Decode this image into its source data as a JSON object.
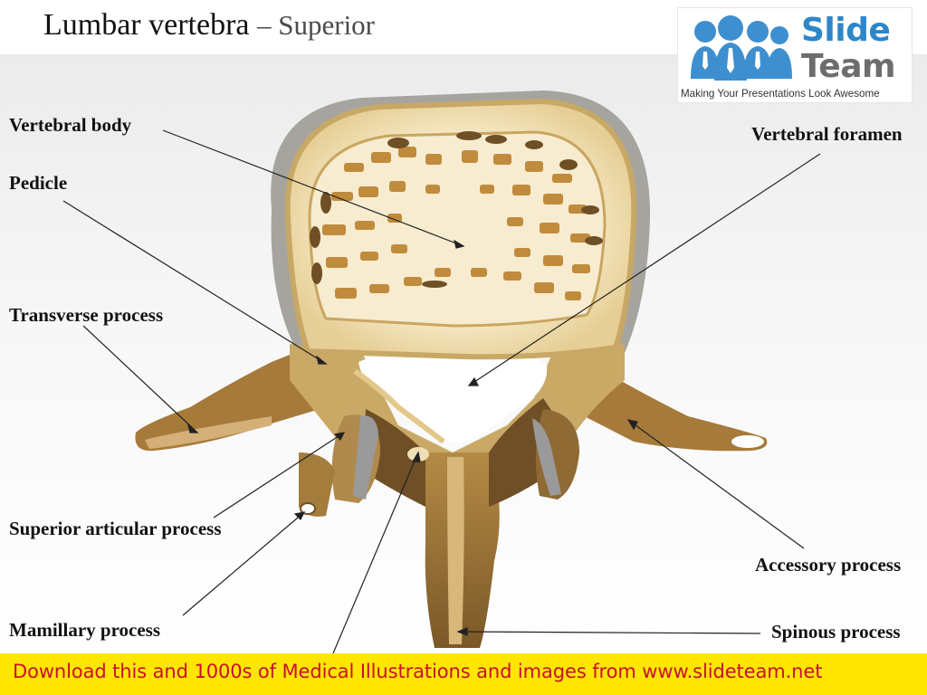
{
  "header": {
    "title": "Lumbar vertebra",
    "subtitle": "– Superior"
  },
  "logo": {
    "word_top": "Slide",
    "word_bottom": "Team",
    "tagline": "Making Your Presentations Look Awesome",
    "brand_color": "#2e86c9",
    "icon": "people-group-icon"
  },
  "labels": {
    "vertebral_body": "Vertebral body",
    "pedicle": "Pedicle",
    "transverse_process": "Transverse process",
    "superior_articular_process": "Superior articular process",
    "mamillary_process": "Mamillary process",
    "vertebral_foramen": "Vertebral foramen",
    "accessory_process": "Accessory process",
    "spinous_process": "Spinous process"
  },
  "colors": {
    "bone_light": "#efdcaa",
    "bone_mid": "#c9a661",
    "bone_dark": "#7a5a2e",
    "cartilage_grey": "#a9a9a9",
    "banner_bg": "#ffe600",
    "banner_text": "#c8102e"
  },
  "footer": {
    "banner": "Download this and 1000s of Medical Illustrations and images from www.slideteam.net"
  }
}
